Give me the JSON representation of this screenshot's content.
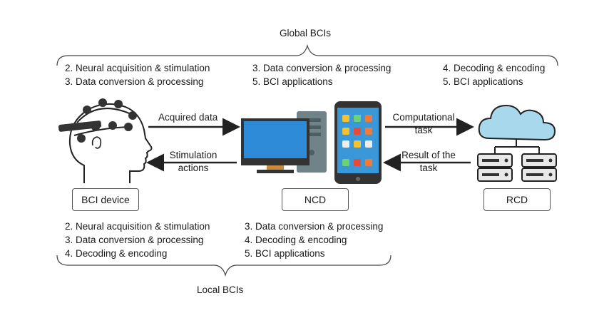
{
  "global": {
    "title": "Global BCIs",
    "left_list": [
      "2. Neural acquisition & stimulation",
      "3. Data conversion & processing"
    ],
    "mid_list": [
      "3. Data conversion & processing",
      "5. BCI applications"
    ],
    "right_list": [
      "4. Decoding & encoding",
      "5. BCI applications"
    ]
  },
  "local": {
    "title": "Local BCIs",
    "left_list": [
      "2. Neural acquisition & stimulation",
      "3. Data conversion & processing",
      "4. Decoding & encoding"
    ],
    "mid_list": [
      "3. Data conversion & processing",
      "4. Decoding & encoding",
      "5. BCI applications"
    ]
  },
  "nodes": {
    "bci_device": "BCI device",
    "ncd": "NCD",
    "rcd": "RCD"
  },
  "arrows": {
    "acquired": "Acquired data",
    "stimulation": [
      "Stimulation",
      "actions"
    ],
    "computational": [
      "Computational",
      "task"
    ],
    "result": [
      "Result of the",
      "task"
    ]
  },
  "icons": {
    "head": "head-with-electrode-cap-icon",
    "computer": "desktop-computer-icon",
    "phone": "smartphone-icon",
    "cloud": "cloud-server-icon"
  },
  "colors": {
    "screen_blue": "#2d8bd8",
    "cloud_blue": "#a8d8ec",
    "tower_gray": "#6f8388",
    "server_gray": "#e8e8e8"
  }
}
